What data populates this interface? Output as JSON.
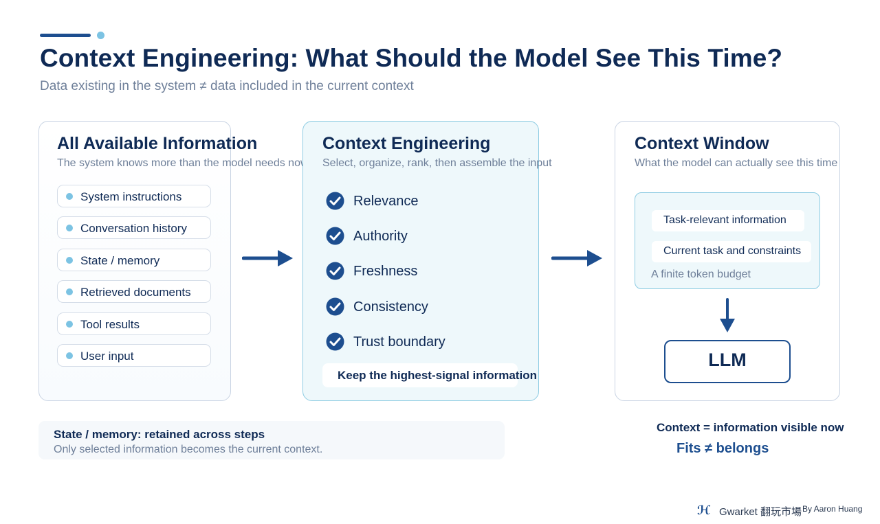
{
  "header": {
    "title": "Context Engineering: What Should the Model See This Time?",
    "subtitle": "Data existing in the system ≠ data included in the current context"
  },
  "colors": {
    "navy": "#0f2a55",
    "accent_blue": "#1d4e8f",
    "light_blue": "#7cc3e3",
    "muted_text": "#6e7f99"
  },
  "available": {
    "title": "All Available Information",
    "subtitle": "The system knows more than the model needs now",
    "items": [
      {
        "label": "System instructions"
      },
      {
        "label": "Conversation history"
      },
      {
        "label": "State / memory"
      },
      {
        "label": "Retrieved documents"
      },
      {
        "label": "Tool results"
      },
      {
        "label": "User input"
      }
    ]
  },
  "engineering": {
    "title": "Context Engineering",
    "subtitle": "Select, organize, rank, then assemble the input",
    "criteria": [
      {
        "label": "Relevance",
        "icon": "check-circle-icon"
      },
      {
        "label": "Authority",
        "icon": "check-circle-icon"
      },
      {
        "label": "Freshness",
        "icon": "check-circle-icon"
      },
      {
        "label": "Consistency",
        "icon": "check-circle-icon"
      },
      {
        "label": "Trust boundary",
        "icon": "check-circle-icon"
      }
    ],
    "highlight": "Keep the highest-signal information"
  },
  "window": {
    "title": "Context Window",
    "subtitle": "What the model can actually see this time",
    "items": [
      {
        "label": "Task-relevant information"
      },
      {
        "label": "Current task and constraints"
      }
    ],
    "budget": "A finite token budget",
    "model": "LLM"
  },
  "note": {
    "title": "State / memory: retained across steps",
    "body": "Only selected information becomes the current context."
  },
  "takeaway": {
    "definition": "Context = information visible now",
    "contrast": "Fits ≠ belongs"
  },
  "branding": {
    "logo": "H",
    "name": "Gwarket 翻玩市場",
    "by": "By Aaron Huang"
  }
}
